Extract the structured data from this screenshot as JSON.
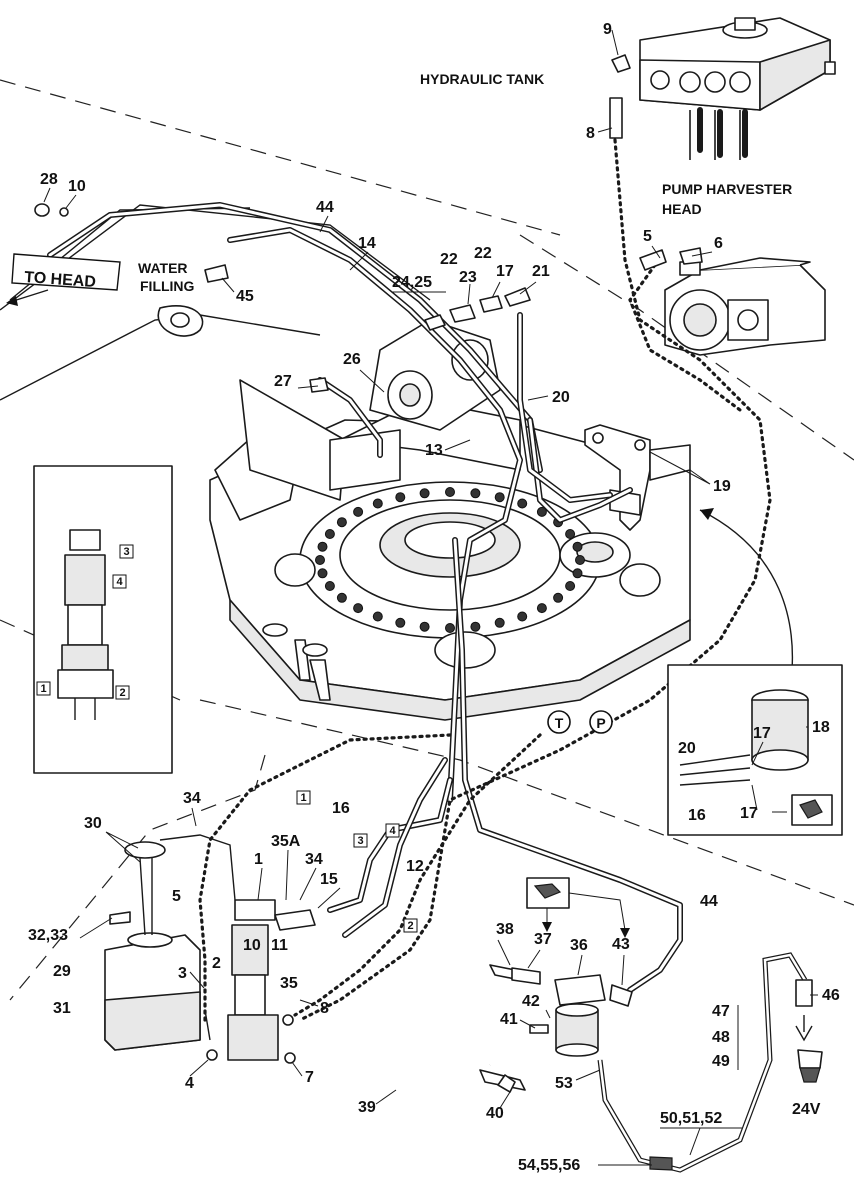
{
  "captions": {
    "hydraulic_tank": "HYDRAULIC TANK",
    "pump_line1": "PUMP HARVESTER",
    "pump_line2": "HEAD",
    "to_head": "TO HEAD",
    "water_line1": "WATER",
    "water_line2": "FILLING",
    "volt": "24V"
  },
  "connectors": {
    "t": "T",
    "p": "P"
  },
  "part_labels": {
    "p1": "1",
    "p2": "2",
    "p3": "3",
    "p4": "4",
    "p5_top": "5",
    "p5_bottom": "5",
    "p6": "6",
    "p7": "7",
    "p8_top": "8",
    "p8_bottom": "8",
    "p9": "9",
    "p10_top": "10",
    "p10_bottom": "10",
    "p11": "11",
    "p12": "12",
    "p13": "13",
    "p14": "14",
    "p15": "15",
    "p16_main": "16",
    "p16_inset": "16",
    "p17_a": "17",
    "p17_inset_top": "17",
    "p17_inset_bottom": "17",
    "p18": "18",
    "p19": "19",
    "p20_main": "20",
    "p20_inset": "20",
    "p21": "21",
    "p22_a": "22",
    "p22_b": "22",
    "p23": "23",
    "p24_25": "24,25",
    "p26": "26",
    "p27": "27",
    "p28": "28",
    "p29": "29",
    "p30": "30",
    "p31": "31",
    "p32_33": "32,33",
    "p34_a": "34",
    "p34_b": "34",
    "p35": "35",
    "p35a": "35A",
    "p36": "36",
    "p37": "37",
    "p38": "38",
    "p39": "39",
    "p40": "40",
    "p41": "41",
    "p42": "42",
    "p43": "43",
    "p44_top": "44",
    "p44_bottom": "44",
    "p45": "45",
    "p46": "46",
    "p47": "47",
    "p48": "48",
    "p49": "49",
    "p50_52": "50,51,52",
    "p53": "53",
    "p54_56": "54,55,56"
  },
  "boxed_labels": {
    "inset_3": "3",
    "inset_4": "4",
    "inset_1": "1",
    "inset_2": "2",
    "hose_1": "1",
    "hose_3": "3",
    "hose_4": "4",
    "hose_2": "2"
  },
  "icons": [
    "spray-nozzle-icon",
    "downward-arrow-icon",
    "leftward-arrow-icon"
  ]
}
